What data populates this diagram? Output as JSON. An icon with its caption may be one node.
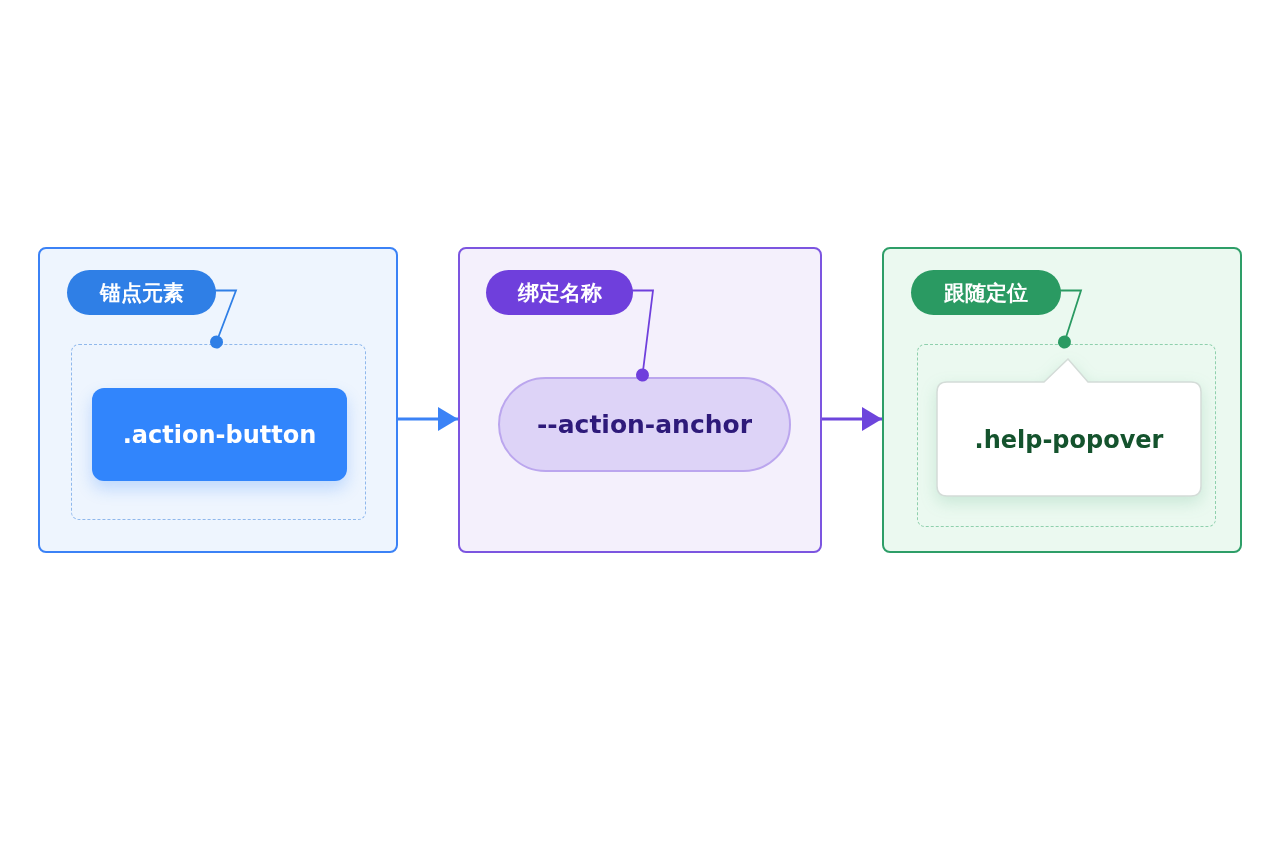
{
  "diagram": {
    "nodes": [
      {
        "text": [],
        "shape": "box"
      },
      {
        "text": [
          "锚点元素"
        ],
        "in": 0
      },
      {
        "text": [],
        "shape": "box",
        "in": 0
      },
      {
        "text": [
          ".action-button"
        ],
        "in": 2
      },
      {
        "text": [],
        "shape": "box"
      },
      {
        "text": [
          "绑定名称"
        ],
        "in": 4
      },
      {
        "text": [
          "--action-anchor"
        ],
        "in": 4
      },
      {
        "text": [],
        "shape": "box"
      },
      {
        "text": [
          "跟随定位"
        ],
        "in": 7
      },
      {
        "text": [],
        "shape": "box",
        "in": 7
      },
      {
        "text": [
          ".help-popover"
        ],
        "in": 9
      }
    ],
    "edges": [
      {
        "from": 0,
        "to": 4,
        "arrow": "to",
        "color": "#3b82f6"
      },
      {
        "from": 4,
        "to": 7,
        "arrow": "to",
        "color": "#6d45dc"
      },
      {
        "from": 1,
        "to": 2,
        "arrow": "other",
        "color": "#2f7fe6"
      },
      {
        "from": 5,
        "to": 6,
        "arrow": "other",
        "color": "#6f3fdc"
      },
      {
        "from": 8,
        "to": 9,
        "arrow": "other",
        "color": "#2a9a62"
      }
    ]
  }
}
